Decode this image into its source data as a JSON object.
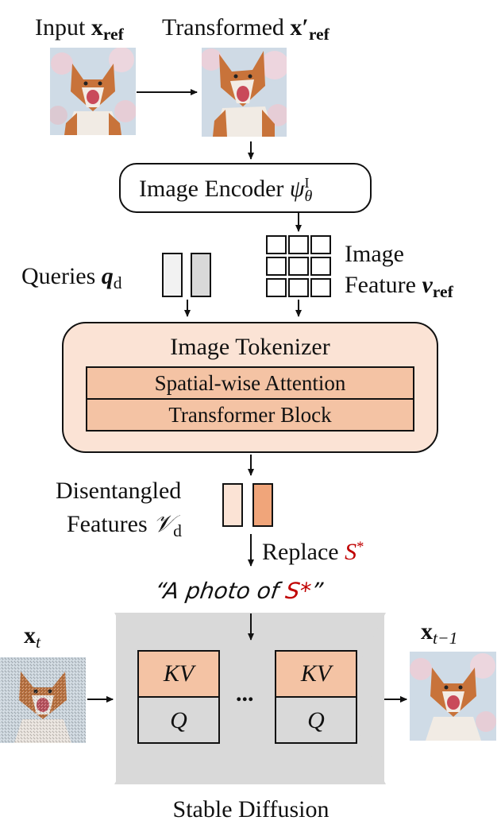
{
  "input": {
    "label": "Input",
    "var": "x",
    "sub": "ref"
  },
  "transformed": {
    "label": "Transformed",
    "var": "x′",
    "sub": "ref"
  },
  "encoder": {
    "label": "Image Encoder",
    "sym": "ψ",
    "sup": "I",
    "sub": "θ"
  },
  "queries": {
    "label": "Queries",
    "var": "q",
    "sub": "d"
  },
  "feature": {
    "line1": "Image",
    "line2": "Feature",
    "var": "v",
    "sub": "ref"
  },
  "tokenizer": {
    "title": "Image Tokenizer",
    "block1": "Spatial-wise Attention",
    "block2": "Transformer Block"
  },
  "disentangled": {
    "line1": "Disentangled",
    "line2": "Features",
    "var": "𝒱",
    "sub": "d"
  },
  "replace": {
    "label": "Replace",
    "sym": "S",
    "sup": "*"
  },
  "prompt": {
    "open": "“A photo of ",
    "token": "S*",
    "close": "”"
  },
  "unet": {
    "kv": "KV",
    "q": "Q",
    "ellipsis": "...",
    "caption": "Stable Diffusion"
  },
  "xt": {
    "var": "x",
    "sub": "t"
  },
  "xt1": {
    "var": "x",
    "sub": "t−1"
  },
  "colors": {
    "peach_light": "#fbe3d5",
    "peach": "#f4c3a4",
    "orange": "#f0a57a",
    "gray": "#d9d9d9",
    "red": "#c00000"
  }
}
